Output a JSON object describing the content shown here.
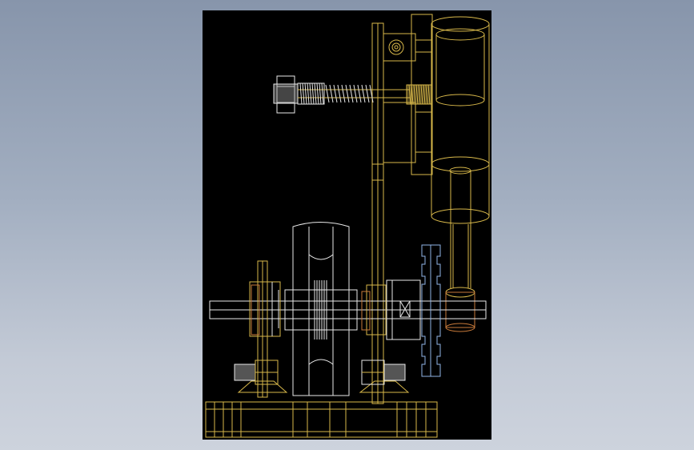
{
  "viewport": {
    "background_top": "#8795ab",
    "background_bottom": "#cdd3dd"
  },
  "drawing": {
    "sheet_color": "#000000",
    "colors": {
      "yellow": "#d8b84a",
      "white": "#e8e8e8",
      "gray": "#9a9a9a",
      "blue": "#8fb4e6",
      "orange": "#c87a3a"
    },
    "parts": [
      "base-plate",
      "vertical-frame",
      "cylinder-upper",
      "cylinder-lower",
      "piston-rod",
      "adjusting-bolt",
      "compression-spring",
      "flywheel",
      "crankshaft",
      "left-bearing-stand",
      "right-bearing-stand",
      "spur-gear",
      "foot-bolt-left",
      "foot-bolt-right"
    ]
  }
}
